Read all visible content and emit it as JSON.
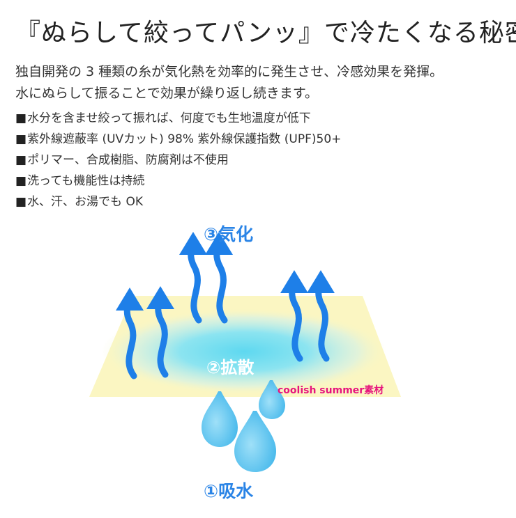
{
  "title": "『ぬらして絞ってパンッ』で冷たくなる秘密",
  "intro": [
    "独自開発の 3 種類の糸が気化熱を効率的に発生させ、冷感効果を発揮。",
    "水にぬらして振ることで効果が繰り返し続きます。"
  ],
  "bullets": [
    "水分を含ませ絞って振れば、何度でも生地温度が低下",
    "紫外線遮蔽率 (UVカット) 98% 紫外線保護指数 (UPF)50+",
    "ポリマー、合成樹脂、防腐剤は不使用",
    "洗っても機能性は持続",
    "水、汗、お湯でも OK"
  ],
  "bullet_marker": "■",
  "diagram": {
    "step_evaporation": "③気化",
    "step_diffusion": "②拡散",
    "step_absorption": "①吸水",
    "material_label": "coolish summer素材"
  },
  "colors": {
    "arrow_blue": "#1e7fe8",
    "label_blue": "#2a84e6",
    "fabric_yellow": "#fbf6c2",
    "glow_cyan": "#7fe0f2",
    "drop_blue": "#5fc4ee",
    "material_pink": "#e6147d"
  }
}
